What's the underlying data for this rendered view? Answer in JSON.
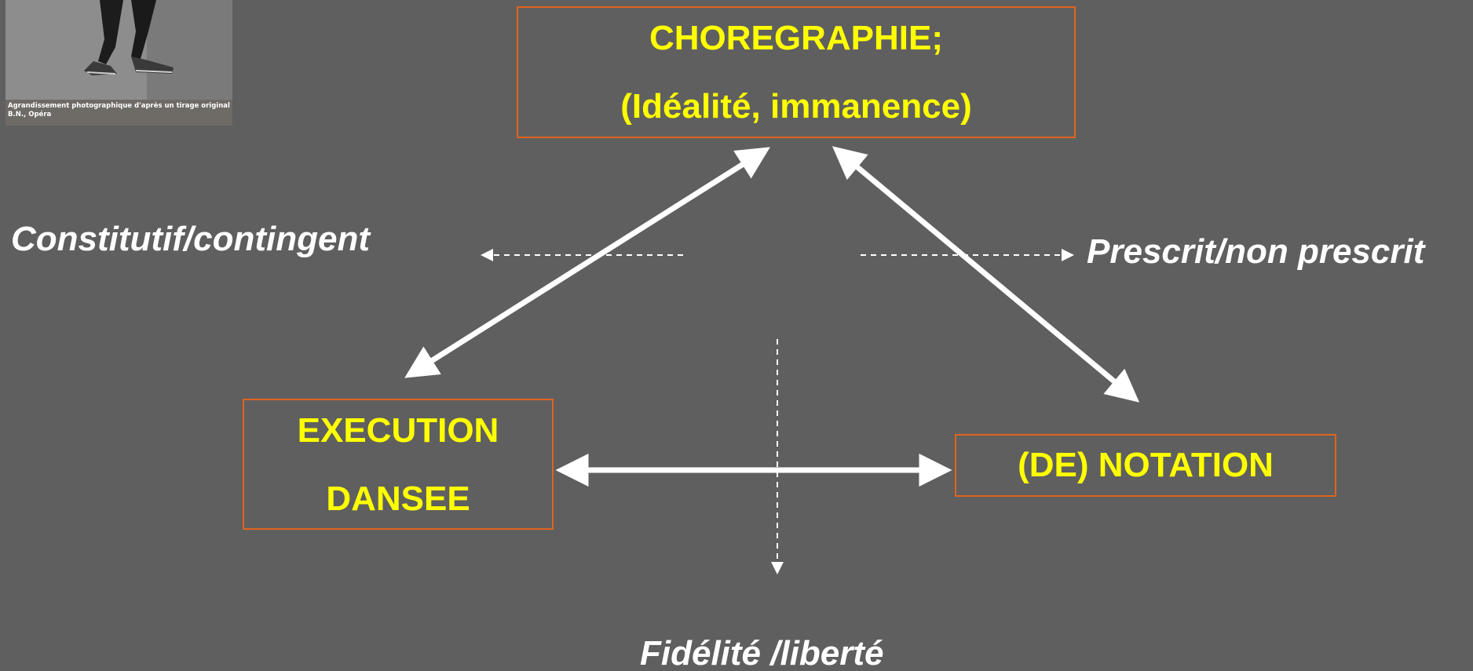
{
  "photo": {
    "caption_line1": "Agrandissement photographique d'après un tirage original",
    "caption_line2": "B.N., Opéra"
  },
  "nodes": {
    "choregraphie": {
      "line1": "CHOREGRAPHIE;",
      "line2": "(Idéalité, immanence)"
    },
    "execution": {
      "line1": "EXECUTION",
      "line2": "DANSEE"
    },
    "notation": {
      "line1": "(DE) NOTATION"
    }
  },
  "axes": {
    "left": "Constitutif/contingent",
    "right": "Prescrit/non prescrit",
    "bottom": "Fidélité /liberté"
  },
  "colors": {
    "background": "#5f5f5f",
    "box_border": "#e0641e",
    "box_text": "#ffff00",
    "label_text": "#ffffff",
    "arrow": "#ffffff"
  }
}
